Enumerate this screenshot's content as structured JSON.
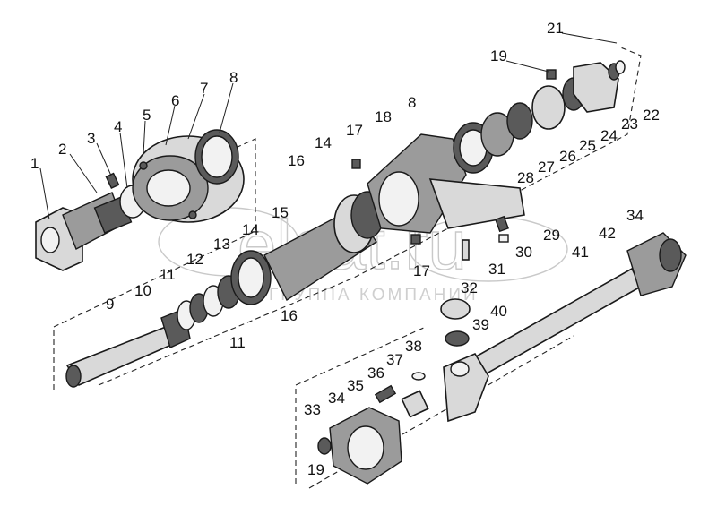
{
  "watermark": {
    "logo_text": "elcat.ru",
    "subtitle": "ГРУППА КОМПАНИЙ"
  },
  "callouts": [
    {
      "id": "c1",
      "text": "1"
    },
    {
      "id": "c2",
      "text": "2"
    },
    {
      "id": "c3",
      "text": "3"
    },
    {
      "id": "c4",
      "text": "4"
    },
    {
      "id": "c5",
      "text": "5"
    },
    {
      "id": "c6",
      "text": "6"
    },
    {
      "id": "c7",
      "text": "7"
    },
    {
      "id": "c8a",
      "text": "8"
    },
    {
      "id": "c8b",
      "text": "8"
    },
    {
      "id": "c9",
      "text": "9"
    },
    {
      "id": "c10",
      "text": "10"
    },
    {
      "id": "c11a",
      "text": "11"
    },
    {
      "id": "c11b",
      "text": "11"
    },
    {
      "id": "c12",
      "text": "12"
    },
    {
      "id": "c13",
      "text": "13"
    },
    {
      "id": "c14a",
      "text": "14"
    },
    {
      "id": "c14b",
      "text": "14"
    },
    {
      "id": "c15",
      "text": "15"
    },
    {
      "id": "c16a",
      "text": "16"
    },
    {
      "id": "c16b",
      "text": "16"
    },
    {
      "id": "c17a",
      "text": "17"
    },
    {
      "id": "c17b",
      "text": "17"
    },
    {
      "id": "c18",
      "text": "18"
    },
    {
      "id": "c19a",
      "text": "19"
    },
    {
      "id": "c19b",
      "text": "19"
    },
    {
      "id": "c21",
      "text": "21"
    },
    {
      "id": "c22",
      "text": "22"
    },
    {
      "id": "c23",
      "text": "23"
    },
    {
      "id": "c24",
      "text": "24"
    },
    {
      "id": "c25",
      "text": "25"
    },
    {
      "id": "c26",
      "text": "26"
    },
    {
      "id": "c27",
      "text": "27"
    },
    {
      "id": "c28",
      "text": "28"
    },
    {
      "id": "c29",
      "text": "29"
    },
    {
      "id": "c30",
      "text": "30"
    },
    {
      "id": "c31",
      "text": "31"
    },
    {
      "id": "c32",
      "text": "32"
    },
    {
      "id": "c33",
      "text": "33"
    },
    {
      "id": "c34a",
      "text": "34"
    },
    {
      "id": "c34b",
      "text": "34"
    },
    {
      "id": "c35",
      "text": "35"
    },
    {
      "id": "c36",
      "text": "36"
    },
    {
      "id": "c37",
      "text": "37"
    },
    {
      "id": "c38",
      "text": "38"
    },
    {
      "id": "c39",
      "text": "39"
    },
    {
      "id": "c40",
      "text": "40"
    },
    {
      "id": "c41",
      "text": "41"
    },
    {
      "id": "c42",
      "text": "42"
    }
  ]
}
